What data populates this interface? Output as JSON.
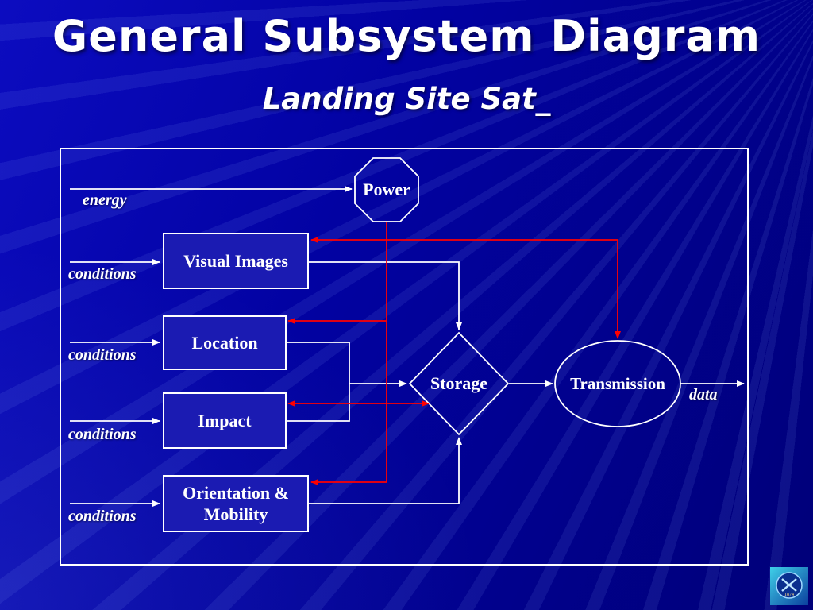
{
  "slide": {
    "title": "General Subsystem Diagram",
    "subtitle": "Landing Site Sat_"
  },
  "nodes": {
    "power": "Power",
    "visual_images": "Visual Images",
    "location": "Location",
    "impact": "Impact",
    "orientation_mobility": "Orientation & Mobility",
    "storage": "Storage",
    "transmission": "Transmission"
  },
  "edge_labels": {
    "energy": "energy",
    "conditions_visual_images": "conditions",
    "conditions_location": "conditions",
    "conditions_impact": "conditions",
    "conditions_orientation": "conditions",
    "data": "data"
  },
  "logo": {
    "year": "1874"
  },
  "colors": {
    "background": "#0101a0",
    "node_fill": "#1b1bb2",
    "line_white": "#ffffff",
    "line_red": "#ff0000"
  }
}
